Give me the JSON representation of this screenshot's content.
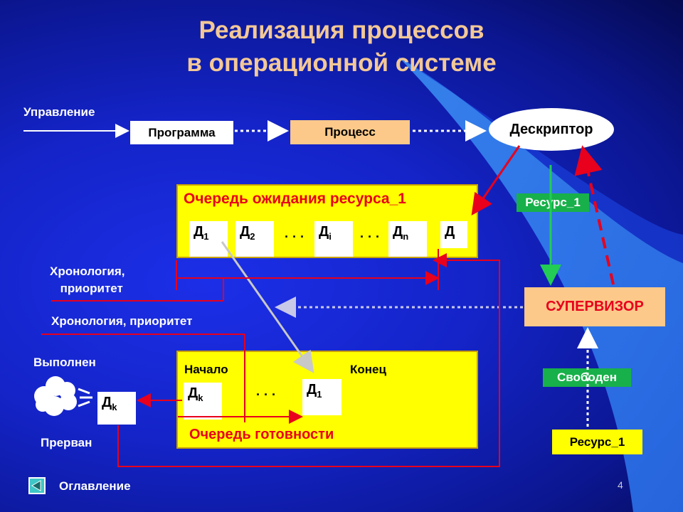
{
  "title": {
    "line1": "Реализация процессов",
    "line2": "в операционной системе"
  },
  "flow": {
    "control": "Управление",
    "program": "Программа",
    "process": "Процесс",
    "descriptor": "Дескриптор"
  },
  "wait_queue": {
    "title": "Очередь ожидания ресурса_1",
    "items": [
      {
        "main": "Д",
        "sub": "1"
      },
      {
        "main": "Д",
        "sub": "2"
      },
      {
        "main": "Д",
        "sub": "i"
      },
      {
        "main": "Д",
        "sub": "n"
      },
      {
        "main": "Д",
        "sub": ""
      }
    ],
    "dots": "· · ·"
  },
  "labels": {
    "chrono1": "Хронология,",
    "priority1": "приоритет",
    "chrono2": "Хронология, приоритет",
    "resource_top": "Ресурс_1",
    "supervisor": "СУПЕРВИЗОР",
    "free": "Свободен",
    "resource_bottom": "Ресурс_1",
    "done": "Выполнен",
    "interrupted": "Прерван"
  },
  "ready_queue": {
    "title": "Очередь готовности",
    "start": "Начало",
    "end": "Конец",
    "items": [
      {
        "main": "Д",
        "sub": "k"
      },
      {
        "main": "Д",
        "sub": "1"
      }
    ],
    "dots": "· · ·"
  },
  "running": {
    "main": "Д",
    "sub": "k"
  },
  "footer": {
    "toc": "Оглавление",
    "page": "4"
  },
  "colors": {
    "title": "#f3c896",
    "queue_title": "#e8001c",
    "line_red": "#e8001c",
    "queue_fill": "#ffff00",
    "green": "#18b04a"
  }
}
